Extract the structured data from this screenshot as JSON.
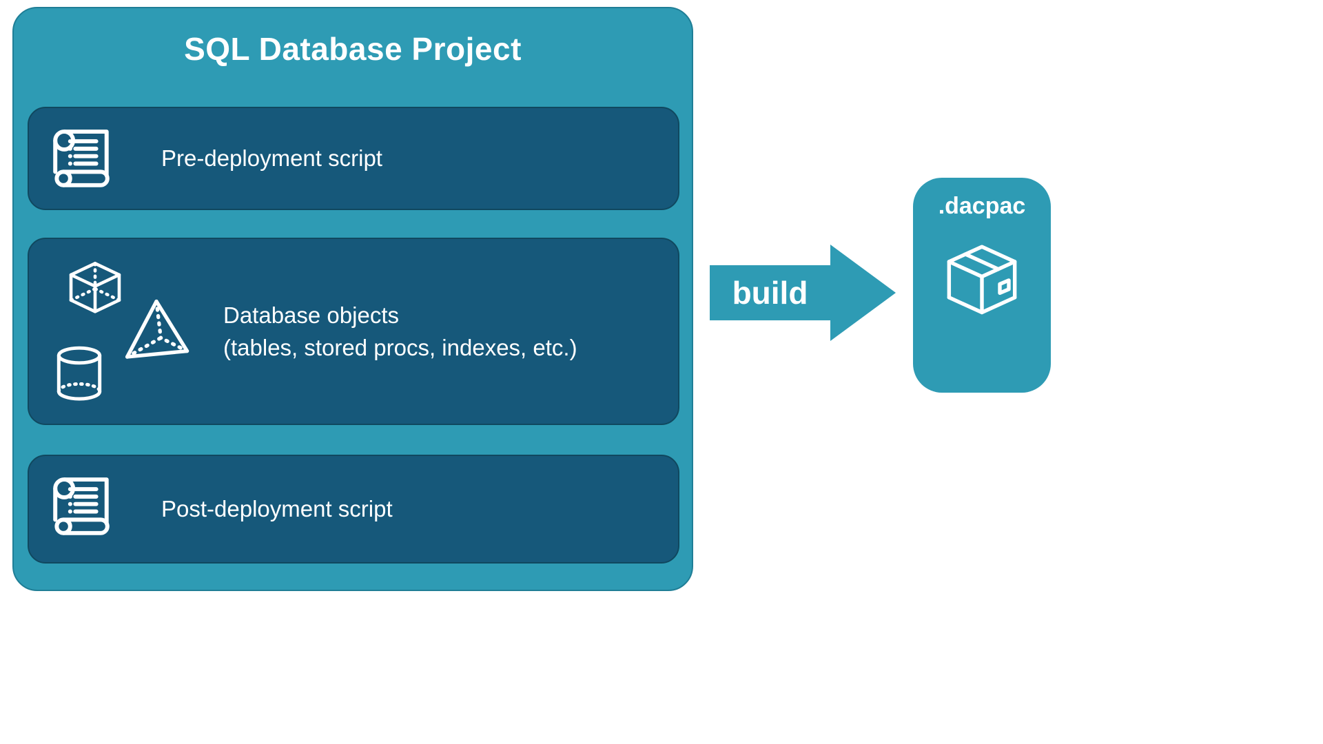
{
  "diagram": {
    "title": "SQL Database Project",
    "panels": [
      {
        "label": "Pre-deployment script",
        "icon": "scroll-icon"
      },
      {
        "label_line1": "Database objects",
        "label_line2": "(tables, stored procs, indexes, etc.)",
        "icons": [
          "cube-icon",
          "pyramid-icon",
          "cylinder-icon"
        ]
      },
      {
        "label": "Post-deployment script",
        "icon": "scroll-icon"
      }
    ],
    "arrow": {
      "label": "build"
    },
    "output": {
      "label": ".dacpac",
      "icon": "package-icon"
    }
  },
  "colors": {
    "teal": "#2E9BB4",
    "panel_dark": "#16587A",
    "text_light": "#FFFFFF"
  }
}
